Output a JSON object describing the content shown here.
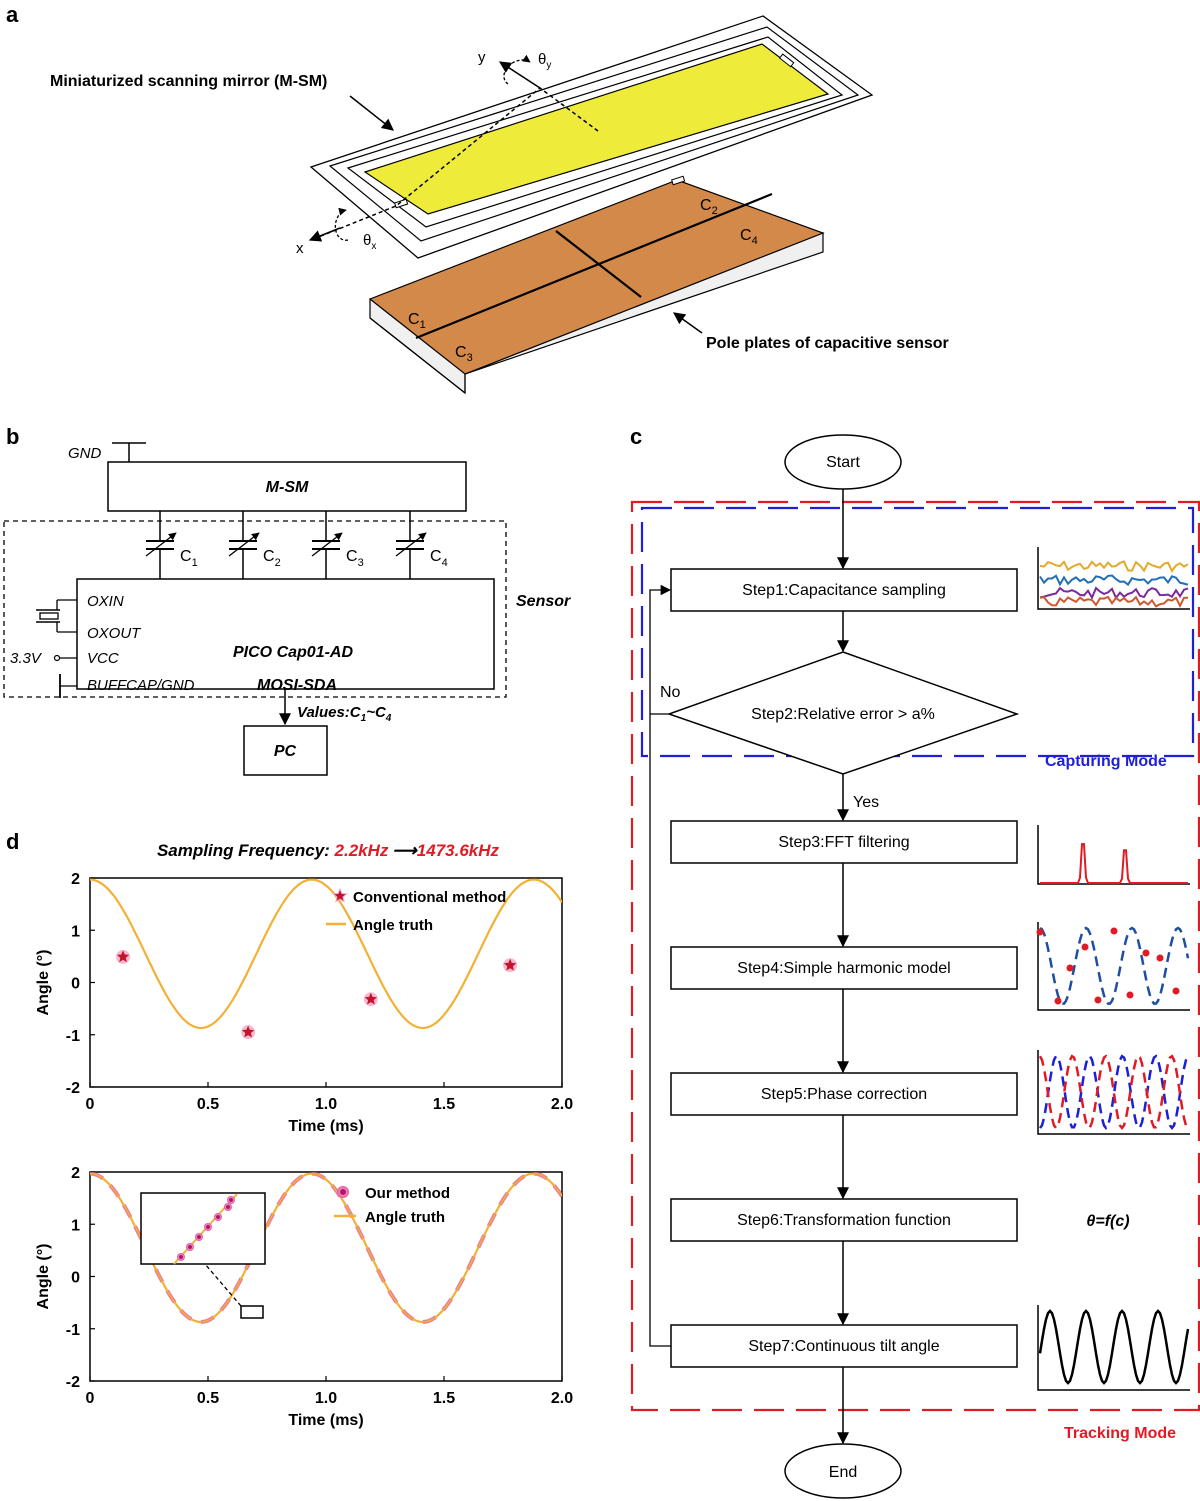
{
  "panel_labels": {
    "a": "a",
    "b": "b",
    "c": "c",
    "d": "d"
  },
  "panel_a": {
    "mirror_label": "Miniaturized scanning mirror (M-SM)",
    "plates_label": "Pole plates of capacitive sensor",
    "axis_x": "x",
    "axis_y": "y",
    "theta": "θ",
    "sub_x": "x",
    "sub_y": "y",
    "cap_letter": "C",
    "cap_subs": [
      "1",
      "2",
      "3",
      "4"
    ],
    "colors": {
      "mirror": "#eeeb3a",
      "plates": "#d2894a",
      "frame": "#ffffff"
    }
  },
  "panel_b": {
    "gnd": "GND",
    "msm": "M-SM",
    "sensor": "Sensor",
    "pins": [
      "OXIN",
      "OXOUT",
      "VCC",
      "BUFFCAP/GND"
    ],
    "vsupply": "3.3V",
    "chip": "PICO Cap01-AD",
    "bus": "MOSI-SDA",
    "values_prefix": "Values:C",
    "values_sub1": "1",
    "values_tilde": "~C",
    "values_sub2": "4",
    "pc": "PC",
    "cap_letter": "C",
    "cap_subs": [
      "1",
      "2",
      "3",
      "4"
    ]
  },
  "panel_c": {
    "start": "Start",
    "end": "End",
    "steps": [
      "Step1:Capacitance sampling",
      "Step2:Relative error > a%",
      "Step3:FFT filtering",
      "Step4:Simple harmonic model",
      "Step5:Phase correction",
      "Step6:Transformation function",
      "Step7:Continuous tilt angle"
    ],
    "no": "No",
    "yes": "Yes",
    "formula": "θ=f(c)",
    "capturing_mode": "Capturing Mode",
    "tracking_mode": "Tracking Mode",
    "colors": {
      "capturing": "#1f1fd6",
      "tracking": "#e01b24"
    }
  },
  "panel_d": {
    "title_prefix": "Sampling Frequency: ",
    "freq_from": "2.2kHz",
    "arrow": "⟶",
    "freq_to": "1473.6kHz",
    "colors": {
      "truth": "#f2b134",
      "highlight": "#e01b24",
      "marker": "#e0559a"
    }
  }
}
